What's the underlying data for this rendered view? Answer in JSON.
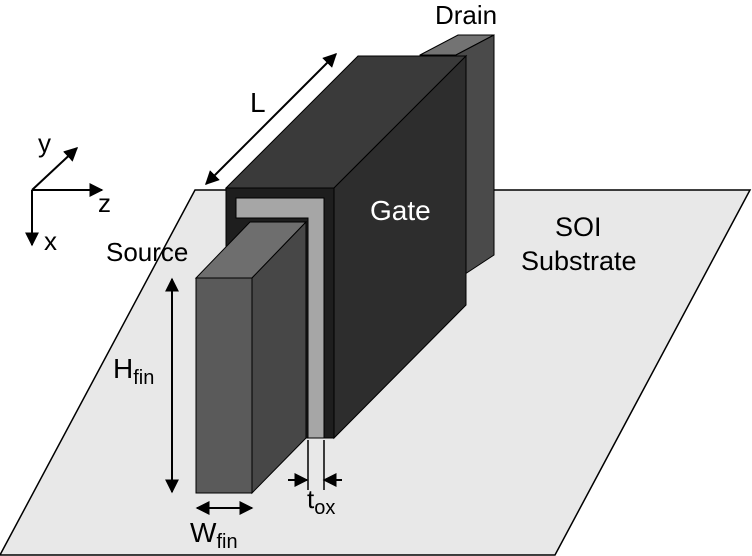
{
  "labels": {
    "drain": "Drain",
    "gate": "Gate",
    "source": "Source",
    "substrate_line1": "SOI",
    "substrate_line2": "Substrate",
    "length": "L",
    "height_main": "H",
    "height_sub": "fin",
    "width_main": "W",
    "width_sub": "fin",
    "tox_main": "t",
    "tox_sub": "ox",
    "axis_x": "x",
    "axis_y": "y",
    "axis_z": "z"
  },
  "colors": {
    "substrate": "#e8e8e8",
    "gate_front": "#1e1e1e",
    "gate_side": "#2d2d2d",
    "gate_top": "#3a3a3a",
    "oxide": "#a6a6a6",
    "fin_front": "#5a5a5a",
    "fin_side": "#474747",
    "fin_top": "#6e6e6e",
    "drain_front": "#5e5e5e",
    "drain_side": "#4a4a4a",
    "drain_top": "#737373"
  }
}
